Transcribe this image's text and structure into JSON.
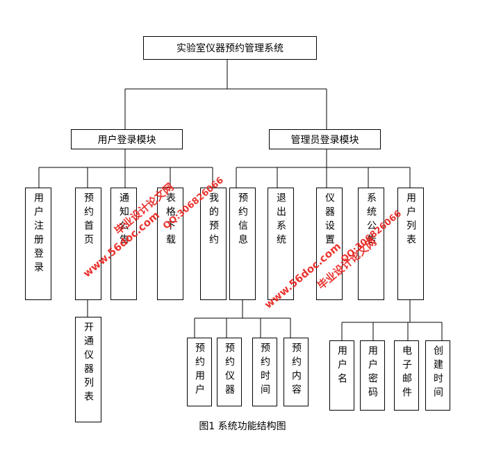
{
  "diagram": {
    "root": "实验室仪器预约管理系统",
    "user_module": {
      "label": "用户登录模块",
      "children": [
        "用户注册登录",
        "预约首页",
        "通知公告",
        "表格下载",
        "我的预约"
      ],
      "sub_children": [
        "开通仪器列表"
      ]
    },
    "admin_module": {
      "label": "管理员登录模块",
      "children": [
        "预约信息",
        "退出系统",
        "仪器设置",
        "系统公告",
        "用户列表"
      ],
      "reservation_children": [
        "预约用户",
        "预约仪器",
        "预约时间",
        "预约内容"
      ],
      "user_list_children": [
        "用户名",
        "用户密码",
        "电子邮件",
        "创建时间"
      ]
    }
  },
  "caption": "图1 系统功能结构图",
  "watermarks": {
    "site": "www.56doc.com",
    "qq": "QQ:306826066",
    "brand": "毕业设计论文网",
    "color": "#e8231f"
  }
}
